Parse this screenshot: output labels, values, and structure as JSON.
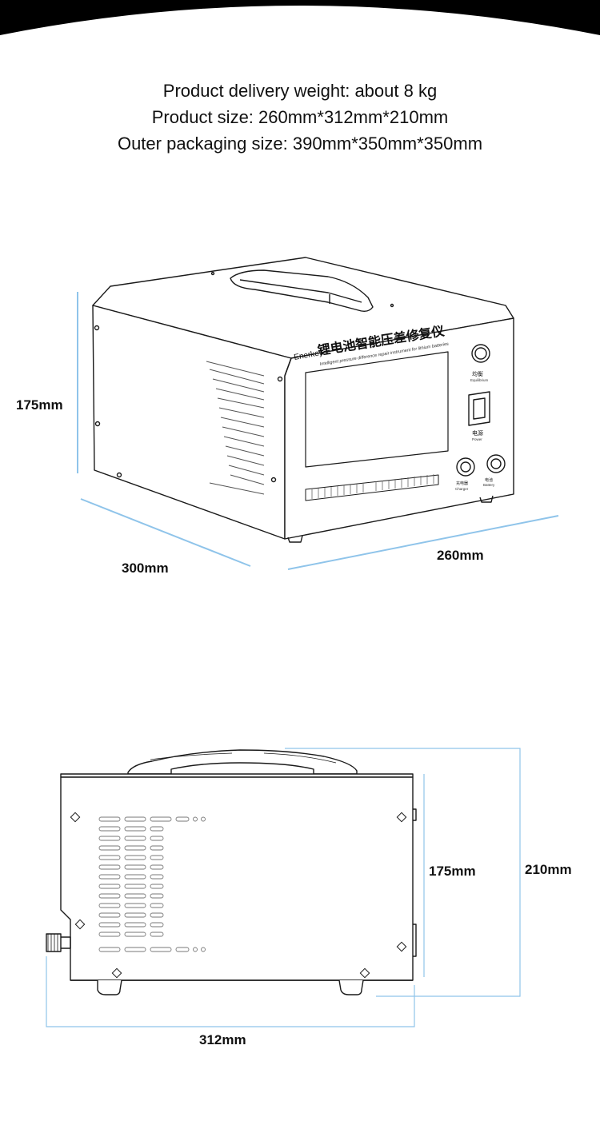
{
  "specs": {
    "weight": "Product delivery weight: about 8 kg",
    "size": "Product size: 260mm*312mm*210mm",
    "packaging": "Outer packaging size: 390mm*350mm*350mm"
  },
  "device": {
    "brand": "Enerkey",
    "title_cn": "锂电池智能压差修复仪",
    "title_en": "Intelligent pressure difference repair instrument for lithium batteries",
    "equilibrium_cn": "均衡",
    "equilibrium_en": "Equilibrium",
    "power_cn": "电源",
    "power_en": "Power",
    "charger_cn": "充电器",
    "charger_en": "Charger",
    "battery_cn": "电池",
    "battery_en": "Battery"
  },
  "dimensions": {
    "iso_height": "175mm",
    "iso_depth": "300mm",
    "iso_width": "260mm",
    "side_body_height": "175mm",
    "side_total_height": "210mm",
    "side_length": "312mm"
  },
  "colors": {
    "dimension_line": "#8fc4ea",
    "line_art": "#1a1a1a",
    "arc": "#000000"
  }
}
